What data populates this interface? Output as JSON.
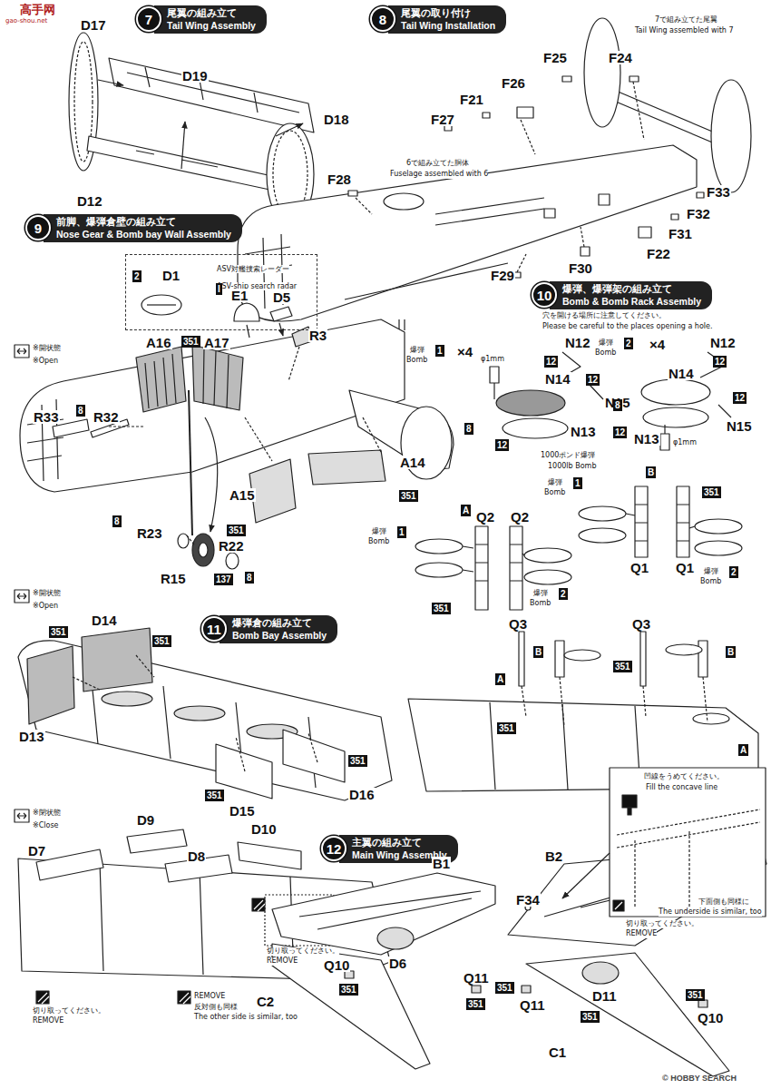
{
  "diagram": {
    "nodes": [
      {
        "text": [
          "7",
          "尾翼の組み立て",
          "Tail Wing Assembly"
        ]
      },
      {
        "text": [
          "8",
          "尾翼の取り付け",
          "Tail Wing Installation"
        ]
      },
      {
        "text": [
          "9",
          "前脚、爆弾倉壁の組み立て",
          "Nose Gear & Bomb bay Wall Assembly"
        ]
      },
      {
        "text": [
          "10",
          "爆弾、爆弾架の組み立て",
          "Bomb & Bomb Rack Assembly"
        ]
      },
      {
        "text": [
          "11",
          "爆弾倉の組み立て",
          "Bomb Bay Assembly"
        ]
      },
      {
        "text": [
          "12",
          "主翼の組み立て",
          "Main Wing Assembly"
        ]
      },
      {
        "text": [
          "ASV対艦捜索レーダー",
          "ASV-ship search radar"
        ]
      }
    ],
    "labels": [
      "高手网",
      "gao-shou.net",
      "D17",
      "D19",
      "D18",
      "D12",
      "7で組み立てた尾翼",
      "Tail Wing assembled with 7",
      "F24",
      "F25",
      "F26",
      "F21",
      "F27",
      "6で組み立てた胴体",
      "Fuselage assembled with 6",
      "F28",
      "F33",
      "F32",
      "F31",
      "F22",
      "F30",
      "F29",
      "2",
      "D1",
      "I",
      "E1",
      "D5",
      "R3",
      "※開状態",
      "※Open",
      "A16",
      "351",
      "A17",
      "R33",
      "8",
      "R32",
      "A14",
      "351",
      "A15",
      "351",
      "8",
      "R23",
      "R15",
      "137",
      "R22",
      "8",
      "穴を開ける場所に注意してください。",
      "Please be careful to the places opening a hole.",
      "爆弾",
      "1",
      "Bomb",
      "×4",
      "φ1mm",
      "N12",
      "12",
      "N14",
      "12",
      "N15",
      "8",
      "12",
      "N13",
      "爆弾",
      "2",
      "Bomb",
      "×4",
      "N12",
      "12",
      "N14",
      "12",
      "8",
      "N15",
      "12",
      "N13",
      "φ1mm",
      "1000ポンド爆弾",
      "1000lb Bomb",
      "A",
      "Q2",
      "Q2",
      "B",
      "Q1",
      "Q1",
      "351",
      "爆弾",
      "1",
      "Bomb",
      "爆弾",
      "1",
      "Bomb",
      "爆弾",
      "2",
      "Bomb",
      "爆弾",
      "2",
      "Bomb",
      "351",
      "※開状態",
      "※Open",
      "D13",
      "351",
      "D14",
      "351",
      "351",
      "D16",
      "351",
      "D15",
      "Q3",
      "Q3",
      "B",
      "B",
      "351",
      "A",
      "351",
      "A",
      "凹線をうめてください。",
      "Fill the concave line",
      "切り取ってください。",
      "REMOVE",
      "下面側も同様に",
      "The underside is similar, too",
      "※閉状態",
      "※Close",
      "D9",
      "D10",
      "D7",
      "D8",
      "切り取ってください。",
      "REMOVE",
      "REMOVE",
      "反対側も同様",
      "The other side is similar, too",
      "切り取ってください。",
      "REMOVE",
      "B1",
      "D6",
      "Q10",
      "351",
      "Q11",
      "351",
      "C2",
      "B2",
      "F34",
      "351",
      "Q11",
      "D11",
      "351",
      "351",
      "Q10",
      "C1",
      "© HOBBY SEARCH"
    ]
  }
}
